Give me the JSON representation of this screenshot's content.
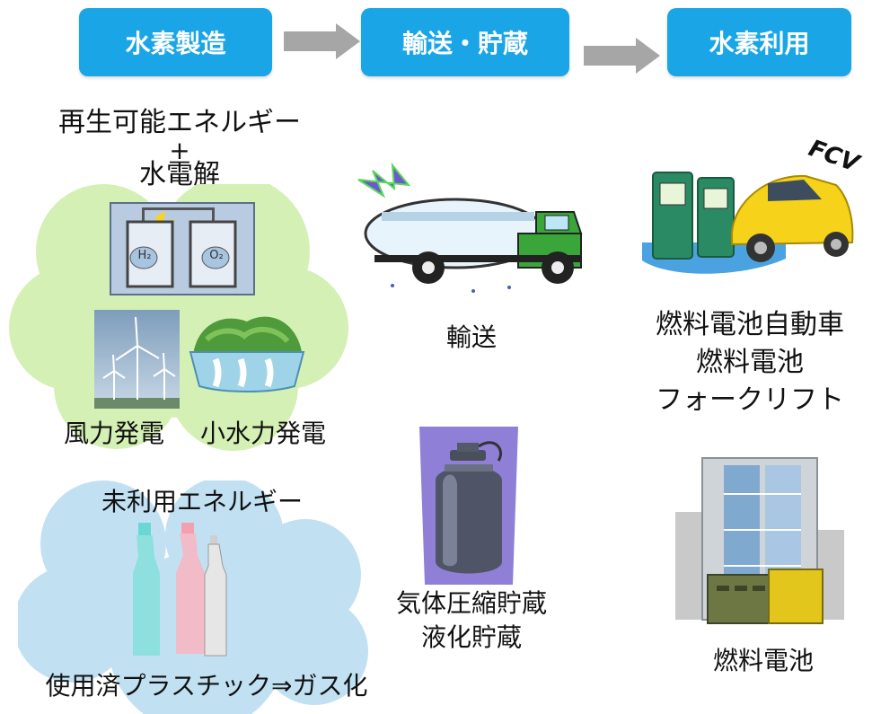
{
  "stages": [
    {
      "label": "水素製造"
    },
    {
      "label": "輸送・貯蔵"
    },
    {
      "label": "水素利用"
    }
  ],
  "colors": {
    "stage_fill": "#1aa5e6",
    "arrow_fill": "#a6a6a6",
    "green_cloud": "#d4f0b4",
    "blue_cloud": "#c1e1f3"
  },
  "production": {
    "renewable_title_line1": "再生可能エネルギー",
    "renewable_plus": "+",
    "renewable_title_line2": "水電解",
    "h2_label": "H₂",
    "o2_label": "O₂",
    "wind_label": "風力発電",
    "hydro_label": "小水力発電",
    "unused_title": "未利用エネルギー",
    "plastic_label": "使用済プラスチック⇒ガス化"
  },
  "transport": {
    "transport_label": "輸送",
    "storage_line1": "気体圧縮貯蔵",
    "storage_line2": "液化貯蔵"
  },
  "utilization": {
    "fcv_tag": "FCV",
    "vehicle_line1": "燃料電池自動車",
    "vehicle_line2": "燃料電池",
    "vehicle_line3": "フォークリフト",
    "fuelcell_label": "燃料電池"
  }
}
